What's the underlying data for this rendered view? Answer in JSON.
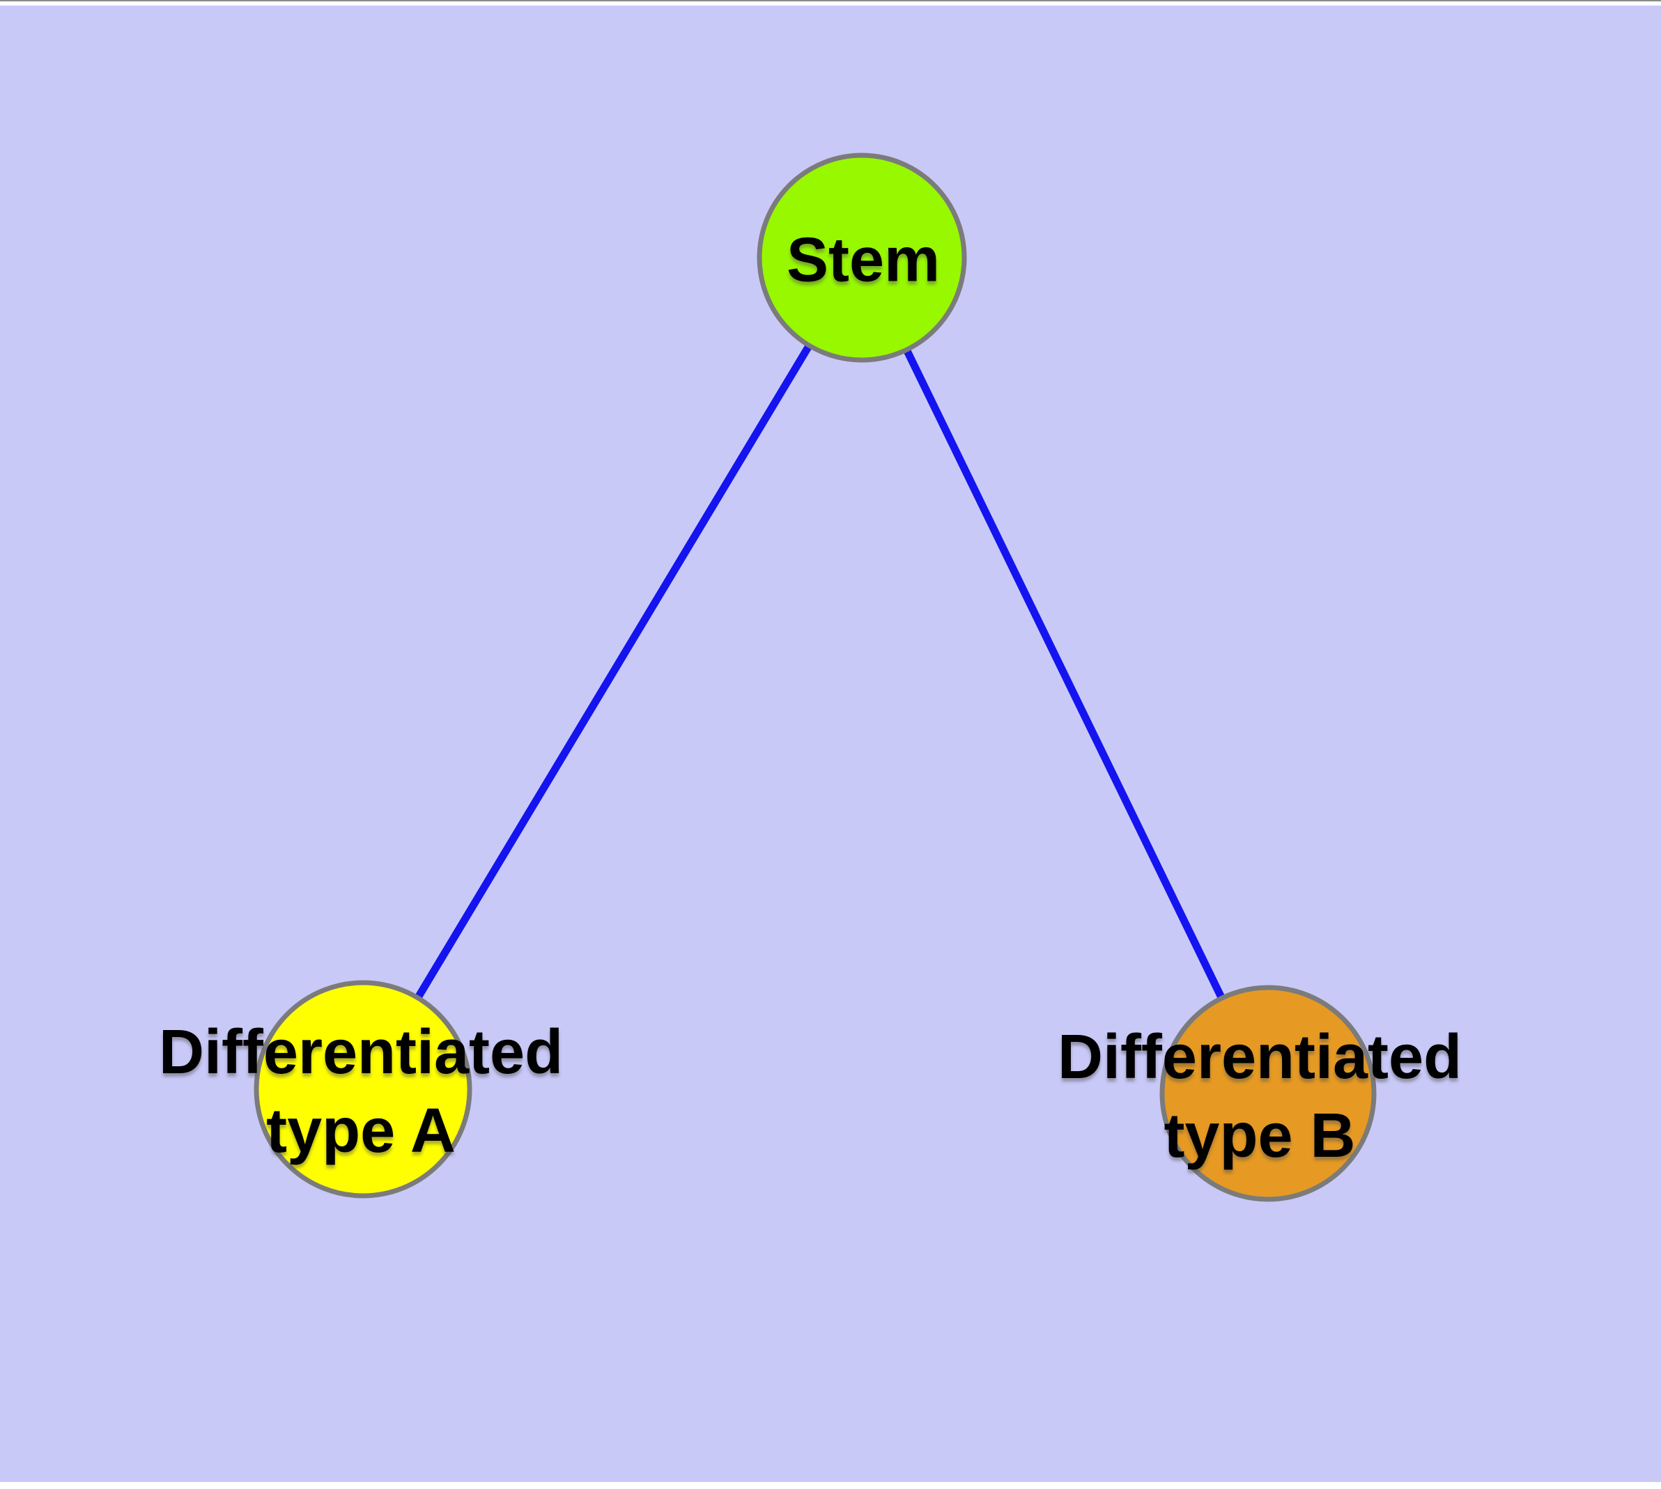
{
  "canvas": {
    "background": "#C9C9F8",
    "page_background": "#FFFFFF",
    "top_rule_color": "#8A8A8A"
  },
  "style": {
    "edge_color": "#1414F0",
    "edge_width": 11,
    "node_border_color": "#7B7B7B",
    "node_border_width": 7,
    "label_color": "#000000"
  },
  "graph": {
    "type": "node-link-diagram",
    "nodes": [
      {
        "id": "stem",
        "label": "Stem",
        "lines": [
          "Stem"
        ],
        "fill": "#97F800"
      },
      {
        "id": "type-a",
        "label": "Differentiated type A",
        "lines": [
          "Differentiated",
          "type A"
        ],
        "fill": "#FFFF00"
      },
      {
        "id": "type-b",
        "label": "Differentiated type B",
        "lines": [
          "Differentiated",
          "type B"
        ],
        "fill": "#E69A23"
      }
    ],
    "edges": [
      {
        "from": "stem",
        "to": "type-a"
      },
      {
        "from": "stem",
        "to": "type-b"
      }
    ]
  }
}
